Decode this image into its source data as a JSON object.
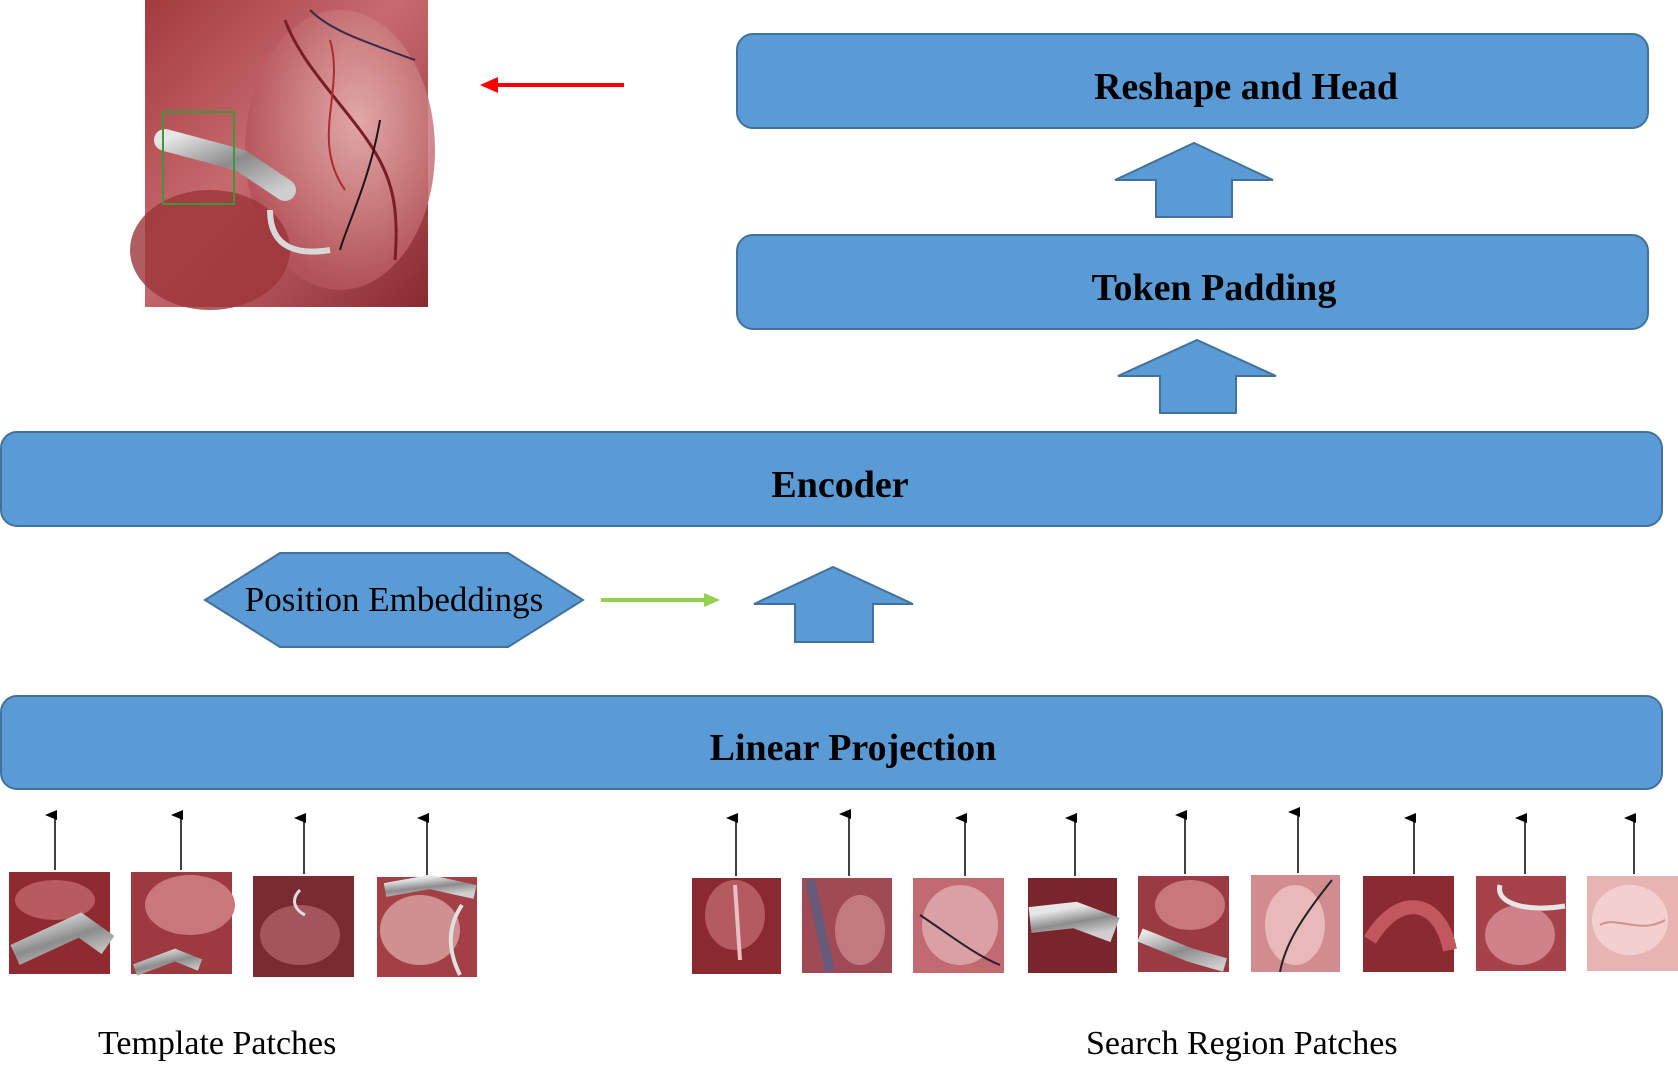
{
  "boxes": {
    "reshape_head": "Reshape and Head",
    "token_padding": "Token Padding",
    "encoder": "Encoder",
    "linear_projection": "Linear Projection",
    "position_embeddings": "Position Embeddings"
  },
  "captions": {
    "template": "Template Patches",
    "search": "Search Region Patches"
  },
  "colors": {
    "box_fill": "#5b9bd5",
    "box_stroke": "#41719c",
    "red_arrow": "#ff0000",
    "green_arrow": "#92d050",
    "bbox": "#3a9a3a"
  },
  "images": {
    "output_frame": "surgical-scene-with-tracked-tool",
    "template_patches": [
      "tool-tip-patch",
      "tissue-tool-patch",
      "tool-jaw-patch",
      "tool-needle-patch"
    ],
    "search_patches": [
      "tissue-patch",
      "vessel-patch",
      "suture-patch",
      "tool-patch",
      "tool-needle-patch",
      "suture-tissue-patch",
      "tissue-fold-patch",
      "needle-patch",
      "fat-tissue-patch"
    ]
  }
}
